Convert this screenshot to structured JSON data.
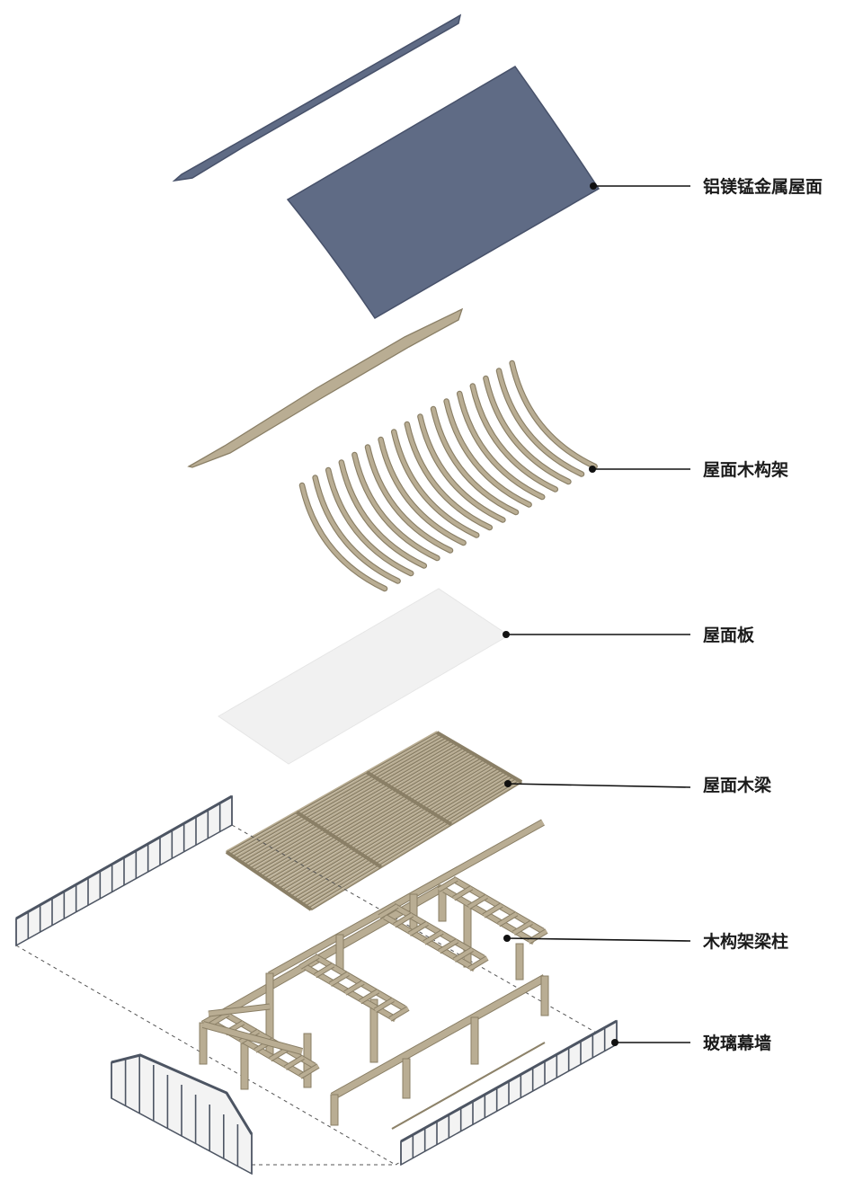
{
  "callouts": [
    {
      "id": "metal-roof",
      "label": "铝镁锰金属屋面"
    },
    {
      "id": "roof-timber-frame",
      "label": "屋面木构架"
    },
    {
      "id": "roof-board",
      "label": "屋面板"
    },
    {
      "id": "roof-timber-beams",
      "label": "屋面木梁"
    },
    {
      "id": "timber-frame-beams-columns",
      "label": "木构架梁柱"
    },
    {
      "id": "glass-curtain-wall",
      "label": "玻璃幕墙"
    }
  ],
  "colors": {
    "metal_roof": "#5f6b85",
    "metal_roof_edge": "#47516a",
    "timber": "#b9ad93",
    "timber_dark": "#8a7f66",
    "roof_board": "#f1f1f1",
    "glass": "#f3f3f3",
    "mullion": "#4d5563",
    "leader": "#111111"
  }
}
